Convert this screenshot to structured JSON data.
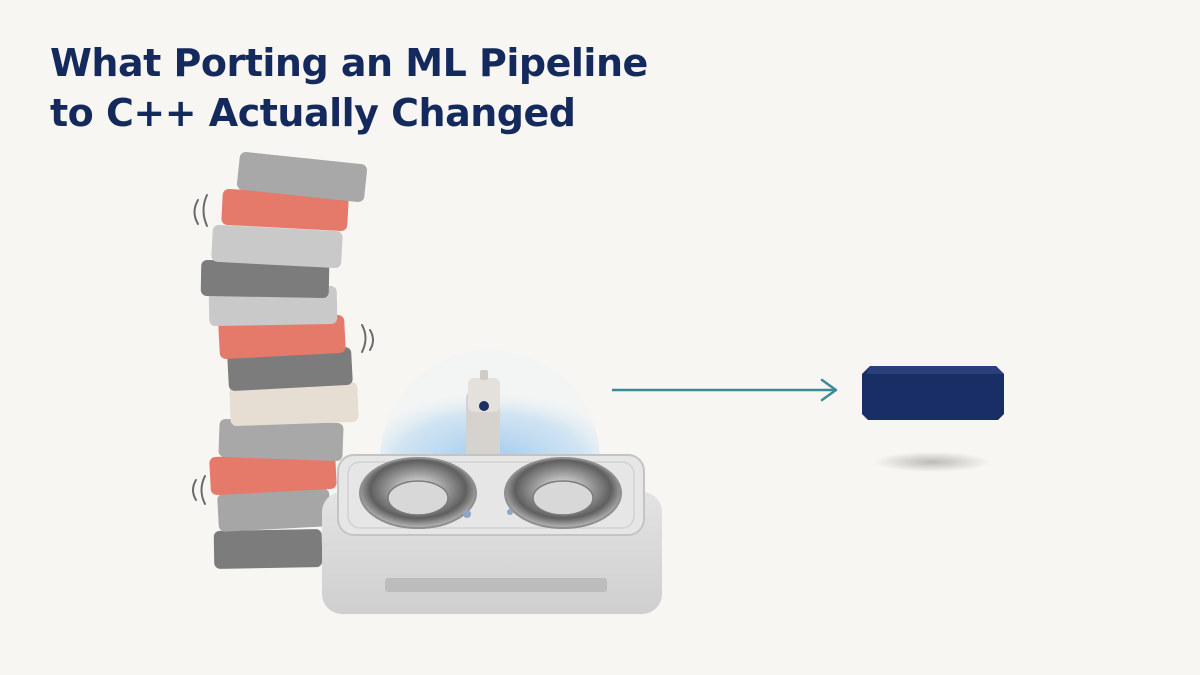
{
  "slide": {
    "title_line1": "What Porting an ML Pipeline",
    "title_line2": "to C++ Actually Changed"
  },
  "colors": {
    "background": "#f8f6f2",
    "title": "#14295c",
    "block_light": "#c9c9c9",
    "block_mid": "#a8a8a8",
    "block_dark": "#7c7c7c",
    "block_coral": "#e57a6a",
    "block_cream": "#e6ddd3",
    "arrow": "#3b8a96",
    "single_block": "#1a2e66",
    "device": "#dadada",
    "glow": "#bcd9f0"
  },
  "illustration": {
    "left_stack": "wobbling-block-stack",
    "center_object": "device-with-two-cups",
    "right_object": "single-navy-block"
  }
}
